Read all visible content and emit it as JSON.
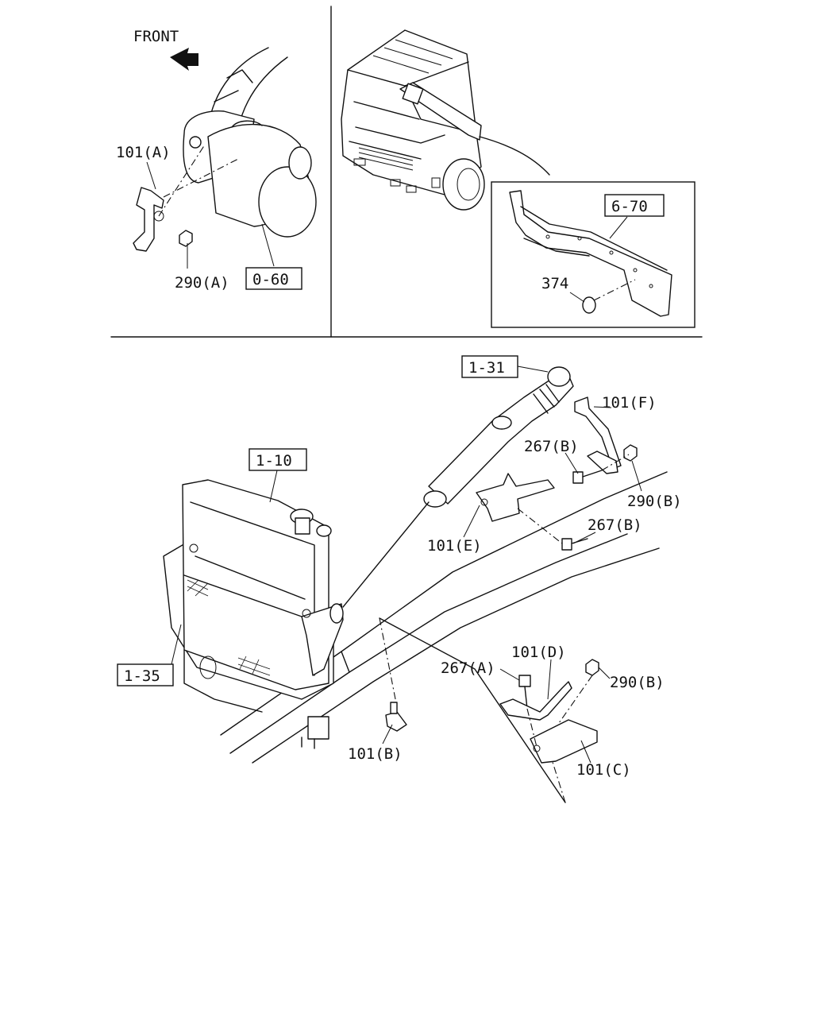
{
  "direction": {
    "label": "FRONT"
  },
  "references": {
    "ref_0_60": "0-60",
    "ref_6_70": "6-70",
    "ref_1_31": "1-31",
    "ref_1_10": "1-10",
    "ref_1_35": "1-35"
  },
  "parts": {
    "p101a": "101(A)",
    "p290a": "290(A)",
    "p374": "374",
    "p101f": "101(F)",
    "p267b_1": "267(B)",
    "p290b_1": "290(B)",
    "p267b_2": "267(B)",
    "p101e": "101(E)",
    "p267a": "267(A)",
    "p101d": "101(D)",
    "p290b_2": "290(B)",
    "p101c": "101(C)",
    "p101b": "101(B)"
  }
}
